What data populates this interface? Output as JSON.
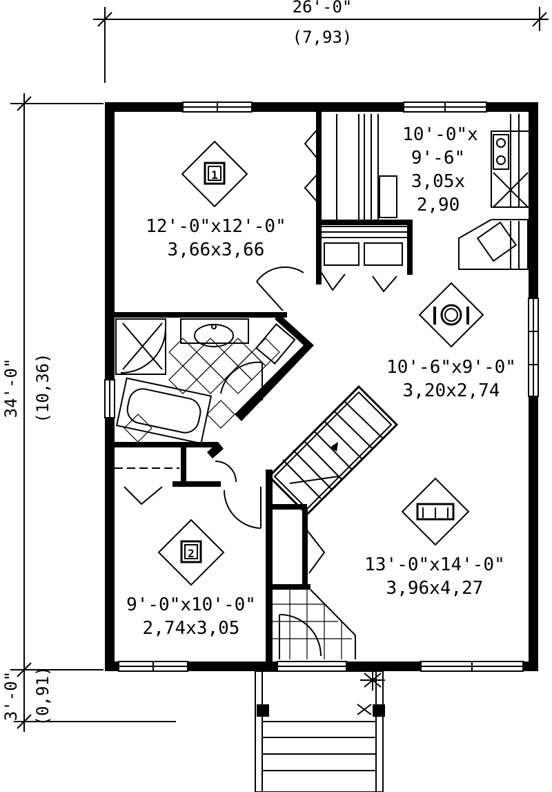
{
  "overall_width": {
    "imperial": "26'-0\"",
    "metric": "(7,93)"
  },
  "overall_depth": {
    "imperial": "34'-0\"",
    "metric": "(10,36)"
  },
  "porch_depth": {
    "imperial": "3'-0\"",
    "metric": "(0,91)"
  },
  "rooms": {
    "bedroom1": {
      "icon": "bed-icon",
      "number": "1",
      "imperial": "12'-0\"x12'-0\"",
      "metric": "3,66x3,66"
    },
    "kitchen": {
      "imperial_line1": "10'-0\"x",
      "imperial_line2": "9'-6\"",
      "metric_line1": "3,05x",
      "metric_line2": "2,90"
    },
    "dining": {
      "icon": "plate-cutlery-icon",
      "imperial": "10'-6\"x9'-0\"",
      "metric": "3,20x2,74"
    },
    "living": {
      "icon": "sofa-icon",
      "imperial": "13'-0\"x14'-0\"",
      "metric": "3,96x4,27"
    },
    "bedroom2": {
      "icon": "bed-icon",
      "number": "2",
      "imperial": "9'-0\"x10'-0\"",
      "metric": "2,74x3,05"
    }
  }
}
